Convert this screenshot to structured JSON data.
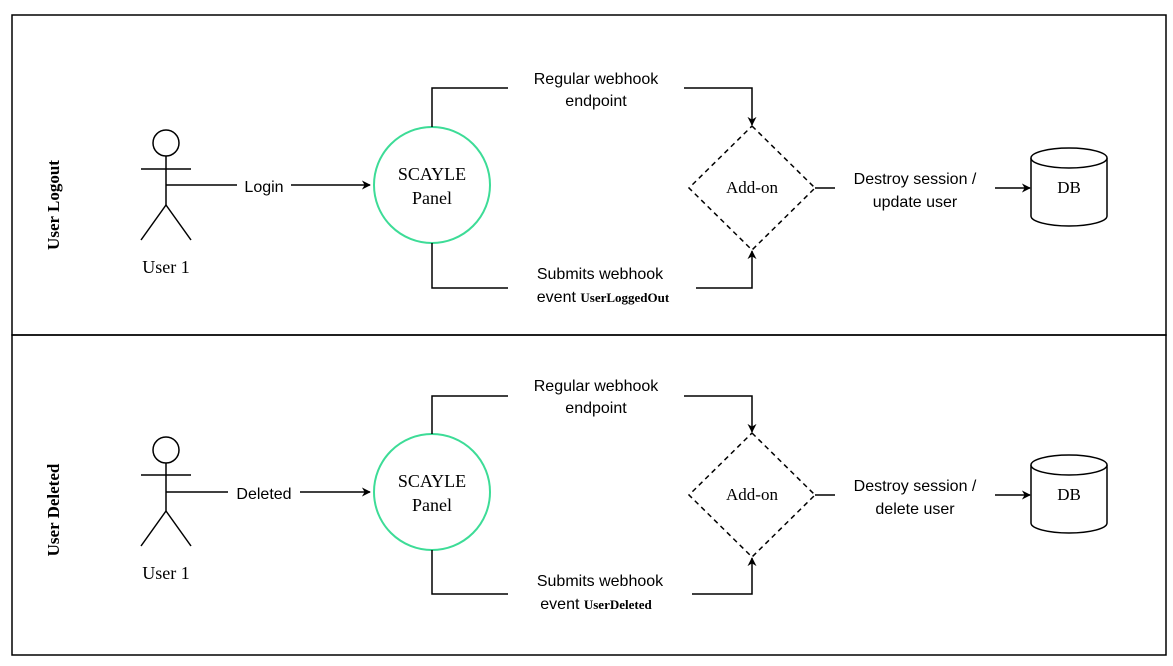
{
  "lanes": [
    {
      "title": "User Logout",
      "actor": "User 1",
      "trigger_label": "Login",
      "panel_line1": "SCAYLE",
      "panel_line2": "Panel",
      "top_edge_line1": "Regular webhook",
      "top_edge_line2": "endpoint",
      "bottom_edge_line1": "Submits webhook",
      "bottom_edge_line2_prefix": "event ",
      "bottom_edge_event": "UserLoggedOut",
      "addon_label": "Add-on",
      "db_edge_line1": "Destroy session /",
      "db_edge_line2": "update user",
      "db_label": "DB"
    },
    {
      "title": "User Deleted",
      "actor": "User 1",
      "trigger_label": "Deleted",
      "panel_line1": "SCAYLE",
      "panel_line2": "Panel",
      "top_edge_line1": "Regular webhook",
      "top_edge_line2": "endpoint",
      "bottom_edge_line1": "Submits webhook",
      "bottom_edge_line2_prefix": "event ",
      "bottom_edge_event": "UserDeleted",
      "addon_label": "Add-on",
      "db_edge_line1": "Destroy session /",
      "db_edge_line2": "delete user",
      "db_label": "DB"
    }
  ],
  "colors": {
    "panel_stroke": "#3ddc97",
    "line": "#000000",
    "background": "#ffffff"
  }
}
